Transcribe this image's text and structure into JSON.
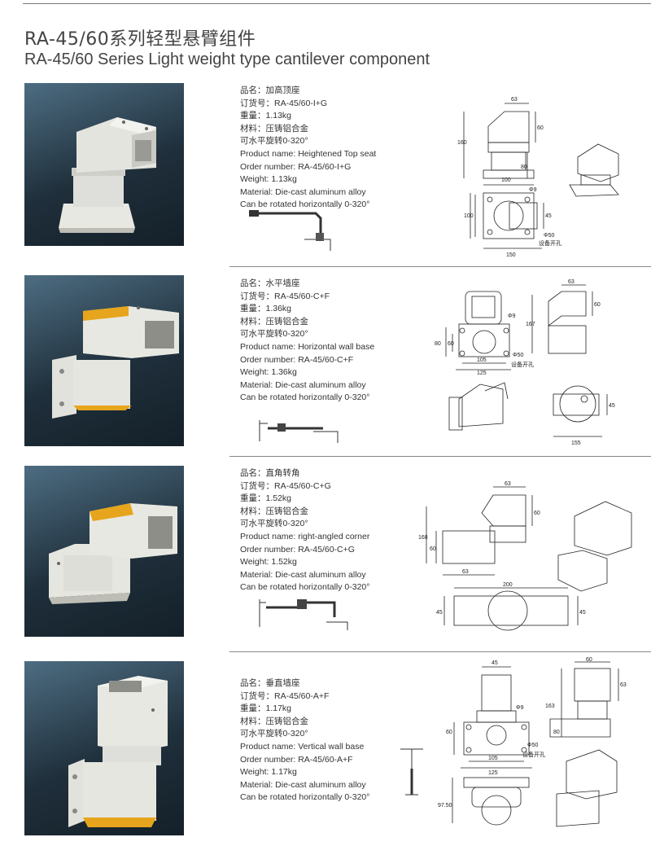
{
  "header": {
    "title_cn": "RA-45/60系列轻型悬臂组件",
    "title_en": "RA-45/60 Series Light weight type cantilever component"
  },
  "products": [
    {
      "id": "top-seat",
      "cn": [
        "品名：加高顶座",
        "订货号：RA-45/60-I+G",
        "重量：1.13kg",
        "材料：压铸铝合金",
        "可水平旋转0-320°"
      ],
      "en": [
        "Product name: Heightened Top seat",
        "Order number: RA-45/60-I+G",
        "Weight: 1.13kg",
        "Material: Die-cast aluminum alloy",
        "Can be rotated horizontally 0-320°"
      ],
      "dims": {
        "a": "63",
        "b": "60",
        "c": "160",
        "d": "80",
        "e": "100",
        "f": "100",
        "g": "45",
        "h": "150",
        "i": "Φ9",
        "j": "Φ50",
        "k": "设备开孔"
      }
    },
    {
      "id": "wall-base",
      "cn": [
        "品名：水平墙座",
        "订货号：RA-45/60-C+F",
        "重量：1.36kg",
        "材料：压铸铝合金",
        "可水平旋转0-320°"
      ],
      "en": [
        "Product name: Horizontal wall base",
        "Order number: RA-45/60-C+F",
        "Weight: 1.36kg",
        "Material: Die-cast aluminum alloy",
        "Can be rotated horizontally 0-320°"
      ],
      "dims": {
        "a": "63",
        "b": "60",
        "c": "167",
        "d": "80",
        "e": "60",
        "f": "105",
        "g": "125",
        "h": "Φ9",
        "i": "Φ50",
        "j": "设备开孔",
        "k": "45",
        "l": "155"
      }
    },
    {
      "id": "corner",
      "cn": [
        "品名：直角转角",
        "订货号：RA-45/60-C+G",
        "重量：1.52kg",
        "材料：压铸铝合金",
        "可水平旋转0-320°"
      ],
      "en": [
        "Product name: right-angled corner",
        "Order number: RA-45/60-C+G",
        "Weight: 1.52kg",
        "Material: Die-cast aluminum alloy",
        "Can be rotated horizontally 0-320°"
      ],
      "dims": {
        "a": "63",
        "b": "60",
        "c": "168",
        "d": "60",
        "e": "63",
        "f": "200",
        "g": "45",
        "h": "45"
      }
    },
    {
      "id": "vertical",
      "cn": [
        "品名：垂直墙座",
        "订货号：RA-45/60-A+F",
        "重量：1.17kg",
        "材料：压铸铝合金",
        "可水平旋转0-320°"
      ],
      "en": [
        "Product name: Vertical wall base",
        "Order number: RA-45/60-A+F",
        "Weight: 1.17kg",
        "Material: Die-cast aluminum alloy",
        "Can be rotated horizontally 0-320°"
      ],
      "dims": {
        "a": "45",
        "b": "60",
        "c": "63",
        "d": "163",
        "e": "80",
        "f": "60",
        "g": "105",
        "h": "125",
        "i": "Φ9",
        "j": "Φ50",
        "k": "设备开孔",
        "l": "97.50"
      }
    }
  ],
  "colors": {
    "photo_bg": "#1f2f3b",
    "part": "#e6e6e0",
    "accent": "#e6a51c",
    "line": "#222222"
  }
}
